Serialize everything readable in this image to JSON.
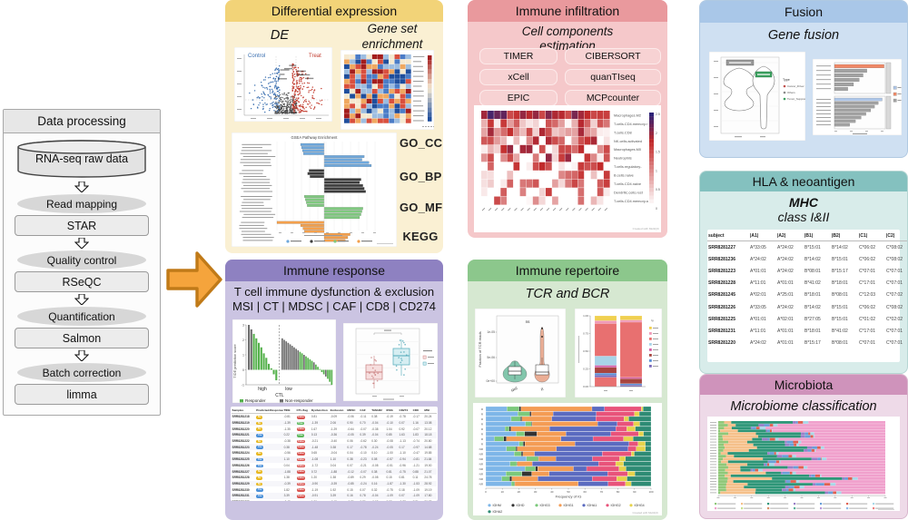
{
  "panels": {
    "data_processing": {
      "title": "Data processing",
      "source": "RNA-seq raw data",
      "steps": [
        {
          "stage": "Read mapping",
          "tool": "STAR"
        },
        {
          "stage": "Quality control",
          "tool": "RSeQC"
        },
        {
          "stage": "Quantification",
          "tool": "Salmon"
        },
        {
          "stage": "Batch correction",
          "tool": "limma"
        }
      ]
    },
    "differential_expression": {
      "title": "Differential expression",
      "de_label": "DE",
      "gse_label": "Gene set enrichment",
      "go_labels": [
        "GO_CC",
        "GO_BP",
        "GO_MF",
        "KEGG"
      ]
    },
    "immune_infiltration": {
      "title": "Immune infiltration",
      "subtitle": "Cell components estimation",
      "tools": [
        "TIMER",
        "CIBERSORT",
        "xCell",
        "quanTIseq",
        "EPIC",
        "MCPcounter"
      ]
    },
    "fusion": {
      "title": "Fusion",
      "subtitle": "Gene fusion"
    },
    "hla": {
      "title": "HLA & neoantigen",
      "subtitle1": "MHC",
      "subtitle2": "class I&II",
      "table": {
        "headers": [
          "subject",
          "|A1|",
          "|A2|",
          "|B1|",
          "|B2|",
          "|C1|",
          "|C2|"
        ],
        "rows": [
          [
            "SRR8281227",
            "A*33:05",
            "A*24:02",
            "B*15:01",
            "B*14:02",
            "C*06:02",
            "C*08:02"
          ],
          [
            "SRR8281236",
            "A*24:02",
            "A*24:02",
            "B*14:02",
            "B*15:01",
            "C*06:02",
            "C*08:02"
          ],
          [
            "SRR8281223",
            "A*01:01",
            "A*24:02",
            "B*08:01",
            "B*15:17",
            "C*07:01",
            "C*07:01"
          ],
          [
            "SRR8281228",
            "A*11:01",
            "A*01:01",
            "B*41:02",
            "B*18:01",
            "C*17:01",
            "C*07:01"
          ],
          [
            "SRR8281245",
            "A*02:01",
            "A*25:01",
            "B*18:01",
            "B*08:01",
            "C*12:03",
            "C*07:02"
          ],
          [
            "SRR8281226",
            "A*33:05",
            "A*24:02",
            "B*14:02",
            "B*15:01",
            "C*06:02",
            "C*08:02"
          ],
          [
            "SRR8281225",
            "A*01:01",
            "A*02:01",
            "B*27:05",
            "B*15:01",
            "C*01:02",
            "C*02:02"
          ],
          [
            "SRR8281231",
            "A*11:01",
            "A*01:01",
            "B*18:01",
            "B*41:02",
            "C*17:01",
            "C*07:01"
          ],
          [
            "SRR8281220",
            "A*24:02",
            "A*01:01",
            "B*15:17",
            "B*08:01",
            "C*07:01",
            "C*07:01"
          ]
        ]
      }
    },
    "immune_response": {
      "title": "Immune response",
      "line1": "T cell immune dysfunction & exclusion",
      "line2": "MSI | CT | MDSC | CAF | CD8 | CD274",
      "badge_colors": {
        "No": "#e8b820",
        "Yes": "#4a90d9",
        "False": "#d9534f",
        "True": "#5cb85c"
      },
      "table": {
        "headers": [
          "Samples",
          "Predicted.Response",
          "TIDE",
          "CTL.flag",
          "Dysfunction",
          "Exclusion",
          "MDSC",
          "CAF",
          "TAM.M2",
          "IFNG",
          "CD274",
          "CD8",
          "MSI"
        ],
        "rows": [
          [
            "SRR8281218",
            "No",
            "-0.81",
            "False",
            "0.81",
            "-0.09",
            "-0.06",
            "-0.11",
            "0.38",
            "-0.19",
            "-0.78",
            "-0.17",
            "20.24"
          ],
          [
            "SRR8281219",
            "No",
            "-1.39",
            "True",
            "-1.39",
            "2.06",
            "0.90",
            "0.70",
            "-0.04",
            "-0.10",
            "0.07",
            "1.16",
            "13.08"
          ],
          [
            "SRR8281220",
            "No",
            "-1.35",
            "False",
            "1.67",
            "-1.29",
            "-0.64",
            "-0.07",
            "-0.38",
            "1.04",
            "0.92",
            "-0.07",
            "20.12"
          ],
          [
            "SRR8281221",
            "Yes",
            "0.22",
            "True",
            "0.13",
            "-0.36",
            "-0.05",
            "0.39",
            "-0.04",
            "0.85",
            "1.63",
            "1.83",
            "18.18"
          ],
          [
            "SRR8281222",
            "No",
            "-0.38",
            "False",
            "-0.21",
            "-0.40",
            "0.06",
            "-0.62",
            "0.30",
            "-0.08",
            "-1.13",
            "-0.74",
            "20.80"
          ],
          [
            "SRR8281223",
            "Yes",
            "0.38",
            "False",
            "-1.48",
            "0.38",
            "0.17",
            "-0.78",
            "-0.24",
            "-0.05",
            "0.17",
            "-0.97",
            "14.88"
          ],
          [
            "SRR8281224",
            "No",
            "-0.56",
            "False",
            "0.65",
            "-0.04",
            "0.04",
            "-0.10",
            "0.10",
            "-1.00",
            "-1.10",
            "-0.47",
            "19.85"
          ],
          [
            "SRR8281225",
            "Yes",
            "1.10",
            "False",
            "-1.08",
            "1.10",
            "0.38",
            "-0.23",
            "0.08",
            "-0.57",
            "-0.94",
            "-0.81",
            "21.84"
          ],
          [
            "SRR8281226",
            "Yes",
            "0.04",
            "False",
            "-1.72",
            "0.04",
            "0.07",
            "-0.21",
            "-0.08",
            "-0.51",
            "-0.96",
            "-1.21",
            "19.00"
          ],
          [
            "SRR8281227",
            "No",
            "-1.88",
            "False",
            "0.72",
            "-1.88",
            "-0.12",
            "-0.07",
            "0.38",
            "0.81",
            "-0.75",
            "0.88",
            "21.07"
          ],
          [
            "SRR8281228",
            "No",
            "1.38",
            "False",
            "1.20",
            "1.38",
            "-0.89",
            "0.29",
            "-0.08",
            "0.15",
            "0.81",
            "0.11",
            "24.78"
          ],
          [
            "SRR8281229",
            "No",
            "-0.39",
            "False",
            "-0.90",
            "-0.39",
            "-0.85",
            "-0.24",
            "0.16",
            "-1.87",
            "-1.30",
            "-1.53",
            "28.92"
          ],
          [
            "SRR8281230",
            "Yes",
            "1.82",
            "False",
            "-1.19",
            "1.92",
            "0.15",
            "0.07",
            "0.32",
            "-0.75",
            "0.18",
            "-1.09",
            "19.19"
          ],
          [
            "SRR8281231",
            "Yes",
            "3.39",
            "False",
            "-0.91",
            "3.39",
            "0.16",
            "0.78",
            "-0.04",
            "-1.09",
            "0.07",
            "-1.09",
            "17.80"
          ],
          [
            "SRR8281232",
            "No",
            "-0.45",
            "False",
            "1.90",
            "-0.45",
            "-0.70",
            "0.70",
            "-0.03",
            "0.98",
            "-0.77",
            "7.71",
            "20.78"
          ]
        ]
      }
    },
    "immune_repertoire": {
      "title": "Immune repertoire",
      "subtitle": "TCR and BCR"
    },
    "microbiota": {
      "title": "Microbiota",
      "subtitle": "Microbiome classification"
    }
  },
  "chart_data": [
    {
      "id": "volcano",
      "type": "scatter",
      "labels": {
        "left": "Control",
        "right": "Treat"
      },
      "colors": {
        "down": "#3a6fb0",
        "up": "#c23b2e",
        "ns": "#4a4a4a"
      },
      "counts": {
        "down": 150,
        "up": 230,
        "ns": 280
      }
    },
    {
      "id": "gse_heatmap",
      "type": "heatmap",
      "rows": 14,
      "cols": 12,
      "palette": [
        "#1f4e9c",
        "#4a7cc7",
        "#9dbde0",
        "#f5e9d0",
        "#f0a860",
        "#d94f3d",
        "#a31d1d"
      ]
    },
    {
      "id": "gsea",
      "type": "bar",
      "title": "GSEA Pathway Enrichment",
      "groups": [
        {
          "name": "GO_CC",
          "color": "#6fa8dc",
          "values": [
            -0.5,
            -0.48,
            -0.46,
            -0.44,
            0.85,
            0.8,
            0.95,
            1.0
          ]
        },
        {
          "name": "GO_BP",
          "color": "#3d3d3d",
          "values": [
            -0.32,
            -0.35,
            -0.3,
            0.78,
            0.75,
            0.82,
            0.85,
            0.88
          ]
        },
        {
          "name": "GO_MF",
          "color": "#7fc97f",
          "values": [
            -0.42,
            -0.4,
            -0.38,
            -0.36,
            0.82,
            0.8,
            0.78,
            0.75
          ]
        },
        {
          "name": "KEGG",
          "color": "#f4a04c",
          "values": [
            -1.0,
            -0.5,
            -0.45,
            -0.42,
            0.55,
            0.5,
            0.45
          ]
        }
      ]
    },
    {
      "id": "infiltration",
      "type": "heatmap",
      "cols": 20,
      "row_labels": [
        "Macrophages.M2",
        "T.cells.CD4.memory.r",
        "T.cells.CD8",
        "NK.cells.activated",
        "Macrophages.M0",
        "Neutrophils",
        "T.cells.regulatory..",
        "B.cells.naive",
        "T.cells.CD4.naive",
        "Dendritic.cells.rest",
        "T.cells.CD4.memory.a"
      ],
      "colorbar_ticks": [
        "2.5",
        "2",
        "1.5",
        "1",
        "0.5",
        "0"
      ],
      "credit": "Created with MultiQC"
    },
    {
      "id": "fusion_violin",
      "type": "violin",
      "legend_title": "Type",
      "legend": [
        {
          "label": "Cancer_Driver",
          "color": "#c0504d"
        },
        {
          "label": "Others",
          "color": "#8a8a8a"
        },
        {
          "label": "Tumor_Suppressor",
          "color": "#3ba05f"
        }
      ]
    },
    {
      "id": "fusion_bars",
      "type": "bar",
      "bar_color": "#a3a3a3",
      "facets": [
        {
          "highlight": "#f08866",
          "values": [
            52,
            34,
            30,
            26,
            20,
            14
          ]
        },
        {
          "highlight": "#aec6e8",
          "values": [
            50,
            46,
            42,
            38,
            33,
            28,
            22,
            16
          ]
        }
      ],
      "legend_colors": [
        "#aec6e8",
        "#f08866",
        "#a3a3a3"
      ]
    },
    {
      "id": "tide",
      "type": "waterfall",
      "ylabel": "TIDE prediction score",
      "yticks": [
        3,
        2,
        1,
        0,
        -1
      ],
      "group_labels": [
        "high",
        "low"
      ],
      "xlabel": "CTL",
      "legend": [
        {
          "label": "Responder",
          "color": "#55b14c"
        },
        {
          "label": "Non-responder",
          "color": "#6e6e6e"
        }
      ],
      "section1": {
        "values": [
          3.0,
          2.7,
          2.4,
          2.1,
          1.8,
          1.5,
          1.1,
          0.8,
          0.4,
          0.1,
          -0.3,
          -0.7
        ],
        "colors": "ggGGGGGGGGGG"
      },
      "section2": {
        "values": [
          2.1,
          2.0,
          1.9,
          1.8,
          1.7,
          1.6,
          1.5,
          1.4,
          1.3,
          1.2,
          1.1,
          1.0,
          0.9,
          0.8,
          0.7,
          0.6,
          0.5,
          0.35,
          0.2,
          0.05,
          -0.15,
          -0.3,
          -0.45,
          -0.6,
          -0.8,
          -1.0
        ],
        "colors": "gggggggggGGgGGGGgGGGGGgGGG"
      }
    },
    {
      "id": "resp_box",
      "type": "boxplot",
      "boxes": [
        {
          "line": "#c98080",
          "fill": "#f6dede",
          "cx": 34,
          "q1": 62,
          "q3": 46,
          "med": 54,
          "lo": 72,
          "hi": 36
        },
        {
          "line": "#4fa8b8",
          "fill": "#d6eef2",
          "cx": 64,
          "q1": 46,
          "q3": 28,
          "med": 36,
          "lo": 58,
          "hi": 18
        }
      ]
    },
    {
      "id": "tcr",
      "type": "violin",
      "ylabel": "Fraction of TCR reads",
      "yticks": [
        "1e-05",
        "5e-06",
        "0e+00"
      ],
      "annotation": "ns",
      "xticks": [
        "Neg",
        "R"
      ],
      "colors": [
        "#6dbd9e",
        "#e8a184"
      ]
    },
    {
      "id": "bcr",
      "type": "stacked_bar",
      "yticks": [
        "1.00",
        "0.75",
        "0.50",
        "0.25",
        "0.00"
      ],
      "stacks": [
        [
          [
            "#f0d050",
            7
          ],
          [
            "#f09ab8",
            4
          ],
          [
            "#e87070",
            46
          ],
          [
            "#a8d4e8",
            13
          ],
          [
            "#d45fa8",
            3
          ],
          [
            "#a8453f",
            8
          ],
          [
            "#5c8fd6",
            3
          ],
          [
            "#7b68b8",
            3
          ],
          [
            "#e87070",
            13
          ]
        ],
        [
          [
            "#f0d050",
            6
          ],
          [
            "#f09ab8",
            3
          ],
          [
            "#e87070",
            78
          ],
          [
            "#d45fa8",
            2
          ],
          [
            "#a8453f",
            7
          ],
          [
            "#5c8fd6",
            2
          ],
          [
            "#7b68b8",
            2
          ]
        ]
      ]
    },
    {
      "id": "ig",
      "type": "stacked_bar_h",
      "xlabel": "Frequency of IG",
      "xticks": [
        0,
        10,
        20,
        30,
        40,
        50,
        60,
        70,
        80,
        90,
        100
      ],
      "row_groups": [
        {
          "label": "R",
          "n": 8
        },
        {
          "label": "NR",
          "n": 8
        }
      ],
      "legend": [
        {
          "label": "IGHM",
          "color": "#7eb6e8"
        },
        {
          "label": "IGHD",
          "color": "#333333"
        },
        {
          "label": "IGHG3",
          "color": "#7bc97b"
        },
        {
          "label": "IGHG1",
          "color": "#f49c54"
        },
        {
          "label": "IGHA1",
          "color": "#5b6bc0"
        },
        {
          "label": "IGHG2",
          "color": "#e8537a"
        },
        {
          "label": "IGHG4",
          "color": "#e6d34b"
        },
        {
          "label": "IGHA2",
          "color": "#2e8b74"
        }
      ],
      "credit": "Created with MultiQC"
    },
    {
      "id": "microbiome",
      "type": "stacked_bar_h",
      "rows": 26,
      "palette": [
        [
          "#8fc878",
          4
        ],
        [
          "#f5c08a",
          16
        ],
        [
          "#2e9678",
          28
        ],
        [
          "#9b7fc8",
          2
        ],
        [
          "#6a9fd8",
          3
        ],
        [
          "#e06050",
          2
        ],
        [
          "#a8d8e8",
          2
        ]
      ],
      "bg_color": "#f0a0cc"
    }
  ]
}
